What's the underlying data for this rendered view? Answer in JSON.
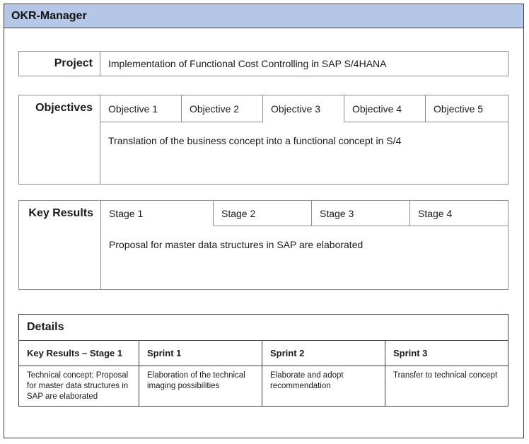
{
  "app": {
    "title": "OKR-Manager"
  },
  "project": {
    "label": "Project",
    "value": "Implementation of Functional Cost Controlling in SAP S/4HANA"
  },
  "objectives": {
    "label": "Objectives",
    "tabs": [
      {
        "label": "Objective 1"
      },
      {
        "label": "Objective 2"
      },
      {
        "label": "Objective 3"
      },
      {
        "label": "Objective 4"
      },
      {
        "label": "Objective 5"
      }
    ],
    "active_tab": "Objective 3",
    "content": "Translation of the business concept into a functional concept in S/4"
  },
  "key_results": {
    "label": "Key Results",
    "tabs": [
      {
        "label": "Stage 1"
      },
      {
        "label": "Stage 2"
      },
      {
        "label": "Stage 3"
      },
      {
        "label": "Stage 4"
      }
    ],
    "active_tab": "Stage 1",
    "content": "Proposal for master data structures in SAP are elaborated"
  },
  "details": {
    "title": "Details",
    "columns": [
      {
        "header": "Key Results – Stage 1",
        "text": "Technical concept: Proposal for master data structures in SAP are elaborated"
      },
      {
        "header": "Sprint 1",
        "text": "Elaboration of the technical imaging possibilities"
      },
      {
        "header": "Sprint 2",
        "text": "Elaborate and adopt recommendation"
      },
      {
        "header": "Sprint 3",
        "text": "Transfer to technical concept"
      }
    ]
  },
  "colors": {
    "titlebar_bg": "#b4c7e7",
    "border": "#8c8c8c",
    "frame_border": "#3c3c3c"
  }
}
